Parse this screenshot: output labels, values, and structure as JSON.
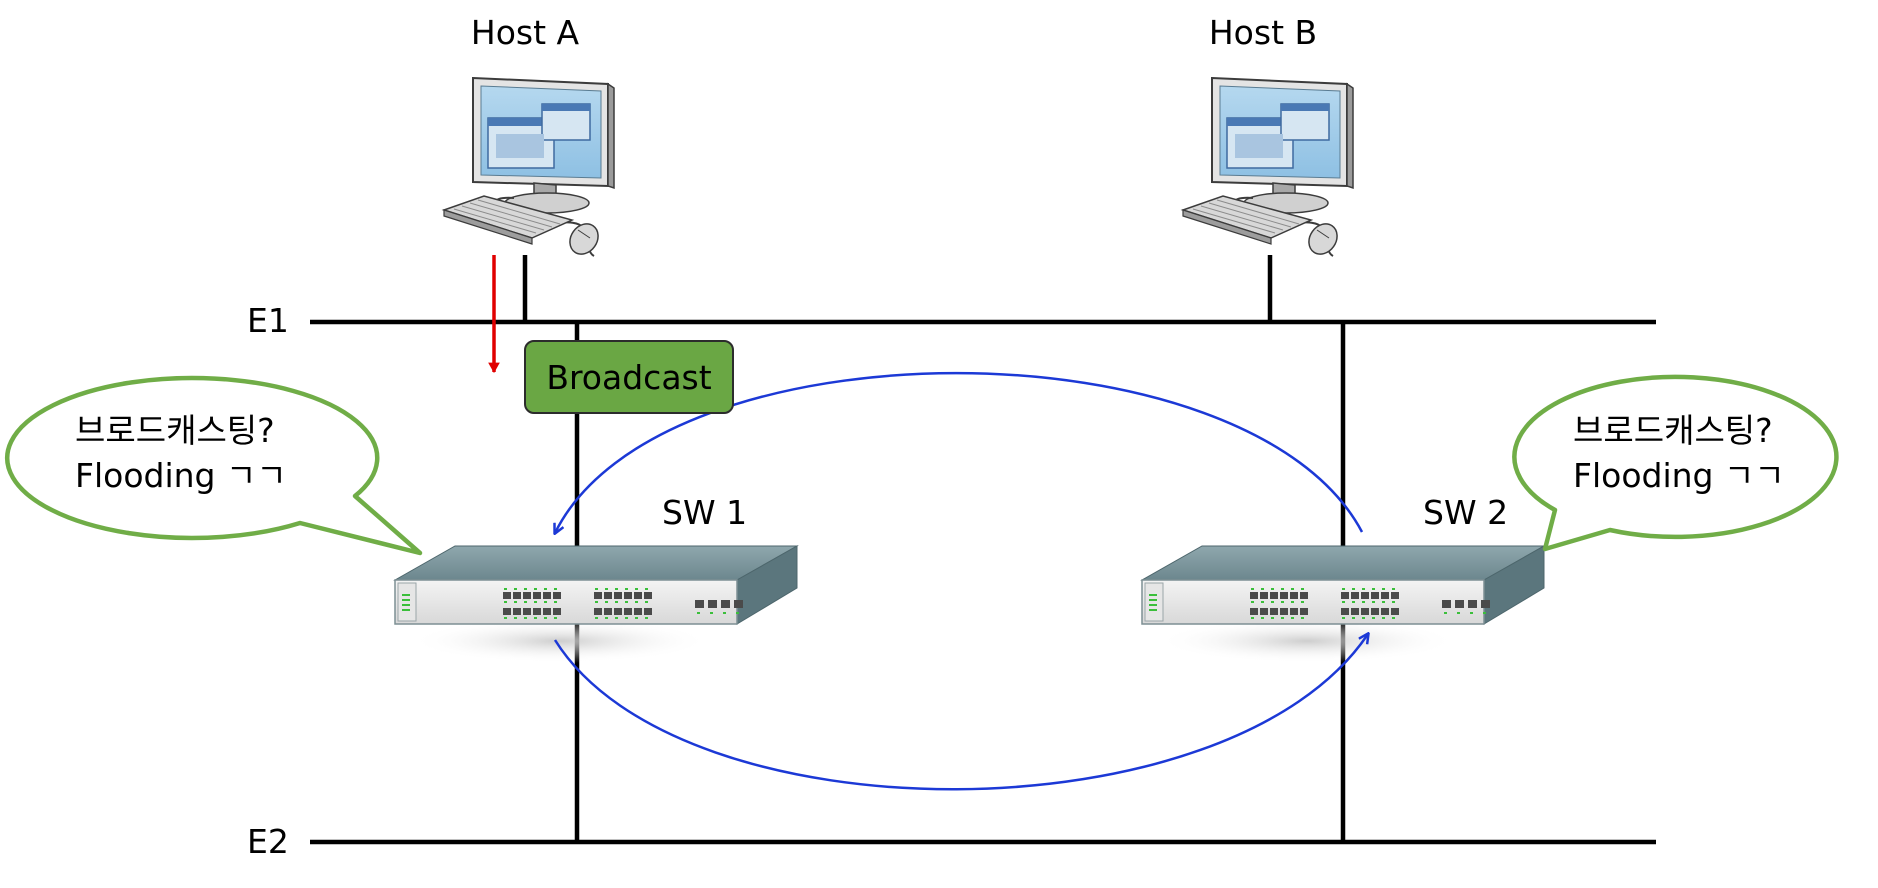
{
  "hosts": [
    {
      "label": "Host A"
    },
    {
      "label": "Host B"
    }
  ],
  "segments": {
    "e1_label": "E1",
    "e2_label": "E2"
  },
  "switches": [
    {
      "label": "SW 1"
    },
    {
      "label": "SW 2"
    }
  ],
  "broadcast_label": "Broadcast",
  "bubbles": [
    {
      "line1": "브로드캐스팅?",
      "line2": "Flooding ㄱㄱ"
    },
    {
      "line1": "브로드캐스팅?",
      "line2": "Flooding ㄱㄱ"
    }
  ],
  "colors": {
    "bubble_border": "#70ad47",
    "tag_fill": "#6aa744",
    "loop_arrow": "#1c39d6",
    "frame_arrow": "#e00000",
    "wire": "#000000"
  }
}
